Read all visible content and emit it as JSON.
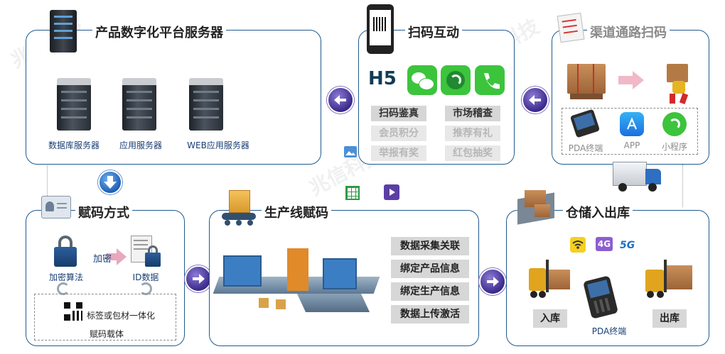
{
  "panels": {
    "server": {
      "title": "产品数字化平台服务器",
      "items": [
        "数据库服务器",
        "应用服务器",
        "WEB应用服务器"
      ]
    },
    "scan": {
      "title": "扫码互动",
      "h5": "H5",
      "features": [
        "扫码鉴真",
        "市场稽查",
        "会员积分",
        "推荐有礼",
        "举报有奖",
        "红包抽奖"
      ]
    },
    "channel": {
      "title": "渠道通路扫码",
      "devices": [
        "PDA终端",
        "APP",
        "小程序"
      ]
    },
    "coding": {
      "title": "赋码方式",
      "encrypt": "加密",
      "algorithm": "加密算法",
      "id_data": "ID数据",
      "carrier_text": "标签或包材一体化",
      "carrier": "赋码载体"
    },
    "production": {
      "title": "生产线赋码",
      "steps": [
        "数据采集关联",
        "绑定产品信息",
        "绑定生产信息",
        "数据上传激活"
      ]
    },
    "warehouse": {
      "title": "仓储入出库",
      "signals": [
        "4G",
        "5G"
      ],
      "inbound": "入库",
      "pda": "PDA终端",
      "outbound": "出库"
    }
  },
  "colors": {
    "panel_border": "#1f5a8f",
    "label_blue": "#1a3e74",
    "arrow_purple": "#3a2a8a",
    "arrow_blue": "#1e5fb4",
    "wechat_green": "#3cc43c"
  }
}
